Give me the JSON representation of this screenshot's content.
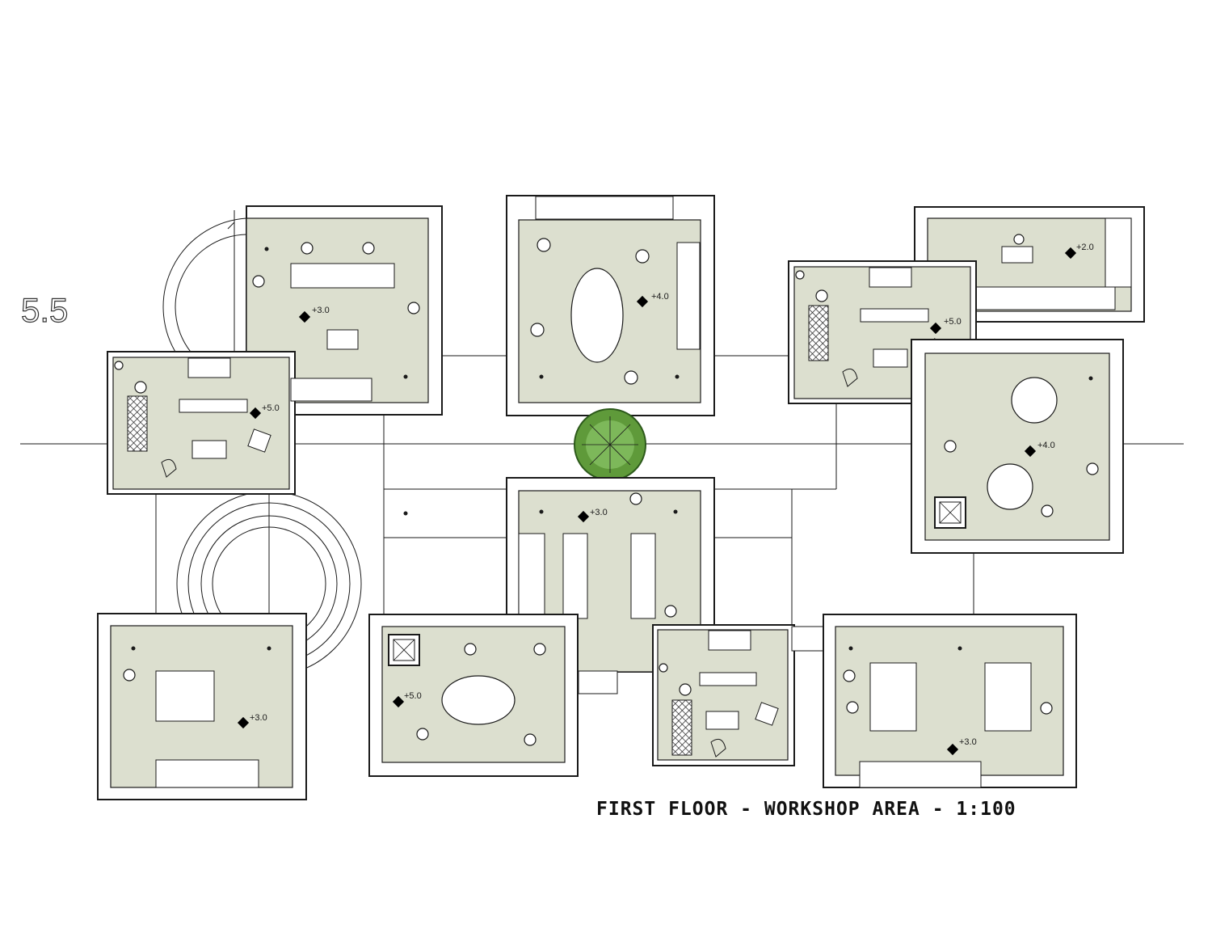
{
  "drawing": {
    "title": "FIRST FLOOR - WORKSHOP AREA - 1:100",
    "edge_number": "5.5",
    "colors": {
      "floor_fill": "#dcdfcf",
      "tree_green": "#5f9a3a",
      "line": "#1a1a1a"
    }
  },
  "units": [
    {
      "name": "unit-top-left",
      "level": "+3.0"
    },
    {
      "name": "unit-top-center",
      "level": "+4.0"
    },
    {
      "name": "unit-top-right-small",
      "level": "+2.0"
    },
    {
      "name": "unit-left-apartment",
      "level": "+5.0"
    },
    {
      "name": "unit-right-apartment",
      "level": "+5.0"
    },
    {
      "name": "unit-right-round-voids",
      "level": "+4.0"
    },
    {
      "name": "unit-center-gallery",
      "level": "+3.0"
    },
    {
      "name": "unit-bottom-left",
      "level": "+3.0"
    },
    {
      "name": "unit-bottom-center",
      "level": "+5.0"
    },
    {
      "name": "unit-bottom-apartment",
      "level": ""
    },
    {
      "name": "unit-bottom-right",
      "level": "+3.0"
    }
  ]
}
